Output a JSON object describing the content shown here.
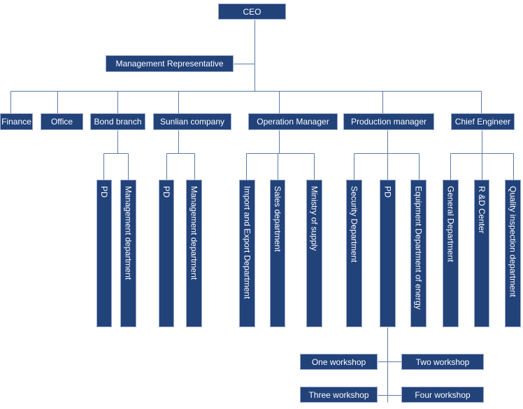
{
  "colors": {
    "box_fill": "#22427a",
    "line": "#5f7aa6",
    "text": "#ffffff"
  },
  "nodes": {
    "ceo": "CEO",
    "management_representative": "Management Representative",
    "finance": "Finance",
    "office": "Office",
    "bond_branch": "Bond branch",
    "sunlian_company": "Sunlian company",
    "operation_manager": "Operation Manager",
    "production_manager": "Production manager",
    "chief_engineer": "Chief  Engineer",
    "bond_pd": "PD",
    "bond_management_department": "Management department",
    "sunlian_pd": "PD",
    "sunlian_management_department": "Management department",
    "import_export_department": "Import and Export Department",
    "sales_department": "Sales department",
    "ministry_of_supply": "Ministry of supply",
    "security_department": "Security Department",
    "production_pd": "PD",
    "equipment_department": "Equipment Department of energy",
    "general_department": "General Department",
    "rd_center": "R &D Center",
    "quality_inspection_department": "Quality inspection department",
    "one_workshop": "One workshop",
    "two_workshop": "Two workshop",
    "three_workshop": "Three workshop",
    "four_workshop": "Four workshop"
  }
}
